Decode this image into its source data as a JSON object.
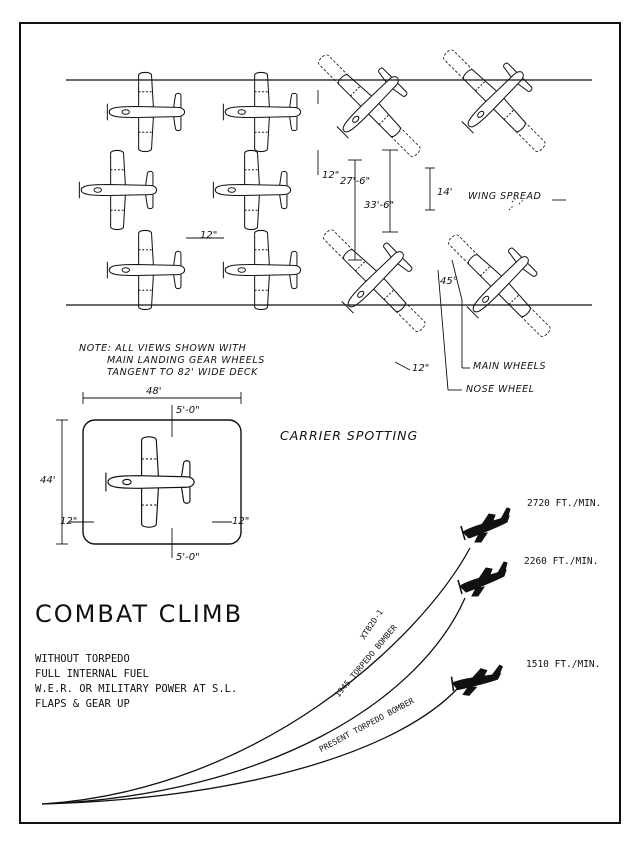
{
  "spotting": {
    "note_lines": [
      "NOTE: ALL VIEWS SHOWN WITH",
      "MAIN LANDING GEAR WHEELS",
      "TANGENT TO 82' WIDE DECK"
    ],
    "title": "CARRIER SPOTTING",
    "dims": {
      "gap_a": "12\"",
      "gap_b": "12\"",
      "gap_c": "12\"",
      "row_spacing_a": "27'-6\"",
      "row_spacing_b": "33'-6\"",
      "spread_gap": "14'",
      "angle": "45°"
    },
    "callouts": {
      "wing_spread": "WING SPREAD",
      "main_wheels": "MAIN WHEELS",
      "nose_wheel": "NOSE WHEEL"
    }
  },
  "folded_box": {
    "width": "48'",
    "height": "44'",
    "top_clear": "5'-0\"",
    "bottom_clear": "5'-0\"",
    "left_clear": "12\"",
    "right_clear": "12\""
  },
  "climb": {
    "title": "COMBAT  CLIMB",
    "conditions": [
      "WITHOUT TORPEDO",
      "FULL INTERNAL FUEL",
      "W.E.R. OR MILITARY POWER AT S.L.",
      "FLAPS & GEAR UP"
    ],
    "curves": [
      {
        "label": "XTB2D-1",
        "rate": "2720 FT./MIN."
      },
      {
        "label": "1945 TORPEDO BOMBER",
        "rate": "2260 FT./MIN."
      },
      {
        "label": "PRESENT TORPEDO BOMBER",
        "rate": "1510 FT./MIN."
      }
    ]
  }
}
